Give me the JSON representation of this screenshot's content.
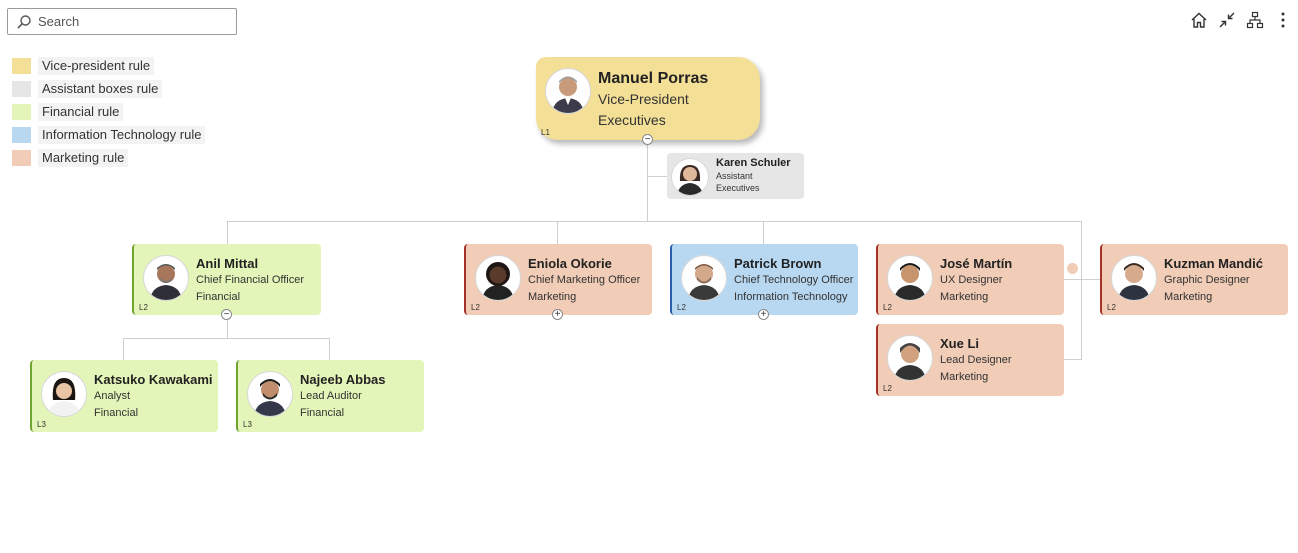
{
  "search": {
    "placeholder": "Search"
  },
  "legend": [
    {
      "label": "Vice-president rule",
      "color": "#f3df96"
    },
    {
      "label": "Assistant boxes rule",
      "color": "#e6e6e6"
    },
    {
      "label": "Financial rule",
      "color": "#e3f5b8"
    },
    {
      "label": "Information Technology rule",
      "color": "#b8d8f2"
    },
    {
      "label": "Marketing rule",
      "color": "#f1ccb6"
    }
  ],
  "toolbar": {
    "icons": [
      "home-icon",
      "collapse-icon",
      "layout-icon",
      "more-icon"
    ]
  },
  "nodes": {
    "manuel": {
      "name": "Manuel Porras",
      "title": "Vice-President",
      "dept": "Executives",
      "level": "L1"
    },
    "karen": {
      "name": "Karen Schuler",
      "title": "Assistant",
      "dept": "Executives"
    },
    "anil": {
      "name": "Anil Mittal",
      "title": "Chief Financial Officer",
      "dept": "Financial",
      "level": "L2"
    },
    "eniola": {
      "name": "Eniola Okorie",
      "title": "Chief Marketing Officer",
      "dept": "Marketing",
      "level": "L2"
    },
    "patrick": {
      "name": "Patrick Brown",
      "title": "Chief Technology Officer",
      "dept": "Information Technology",
      "level": "L2"
    },
    "jose": {
      "name": "José Martín",
      "title": "UX Designer",
      "dept": "Marketing",
      "level": "L2"
    },
    "kuzman": {
      "name": "Kuzman Mandić",
      "title": "Graphic Designer",
      "dept": "Marketing",
      "level": "L2"
    },
    "xue": {
      "name": "Xue Li",
      "title": "Lead Designer",
      "dept": "Marketing",
      "level": "L2"
    },
    "katsuko": {
      "name": "Katsuko Kawakami",
      "title": "Analyst",
      "dept": "Financial",
      "level": "L3"
    },
    "najeeb": {
      "name": "Najeeb Abbas",
      "title": "Lead Auditor",
      "dept": "Financial",
      "level": "L3"
    }
  },
  "toggles": {
    "collapse": "−",
    "expand": "+"
  }
}
